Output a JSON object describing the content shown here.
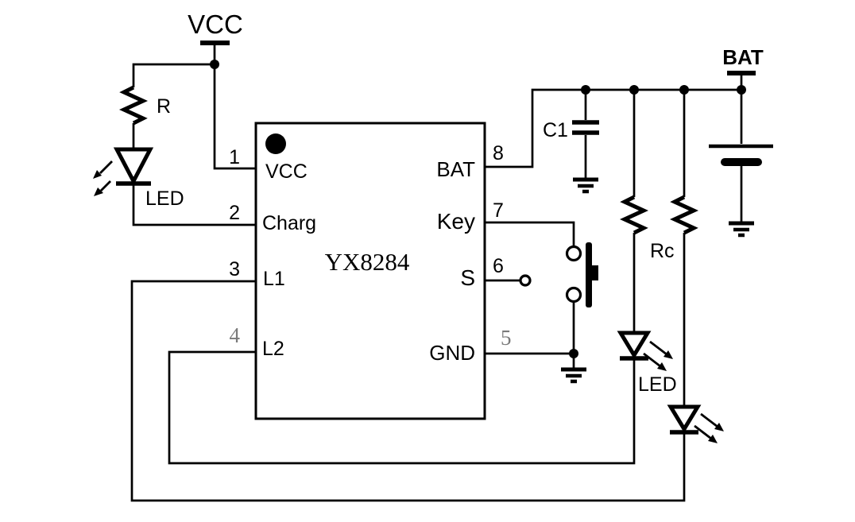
{
  "chip": {
    "part_number": "YX8284",
    "left_pins": [
      {
        "num": "1",
        "label": "VCC"
      },
      {
        "num": "2",
        "label": "Charg"
      },
      {
        "num": "3",
        "label": "L1"
      },
      {
        "num": "4",
        "label": "L2"
      }
    ],
    "right_pins": [
      {
        "num": "8",
        "label": "BAT"
      },
      {
        "num": "7",
        "label": "Key"
      },
      {
        "num": "6",
        "label": "S"
      },
      {
        "num": "5",
        "label": "GND"
      }
    ]
  },
  "components": {
    "supply_label": "VCC",
    "battery_label": "BAT",
    "resistor_label": "R",
    "charge_led_label": "LED",
    "capacitor_label": "C1",
    "current_resistor_label": "Rc",
    "output_led_label": "LED"
  },
  "colors": {
    "ink": "#000000",
    "background": "#ffffff",
    "dim_pin_number": "#7a7a7a"
  }
}
